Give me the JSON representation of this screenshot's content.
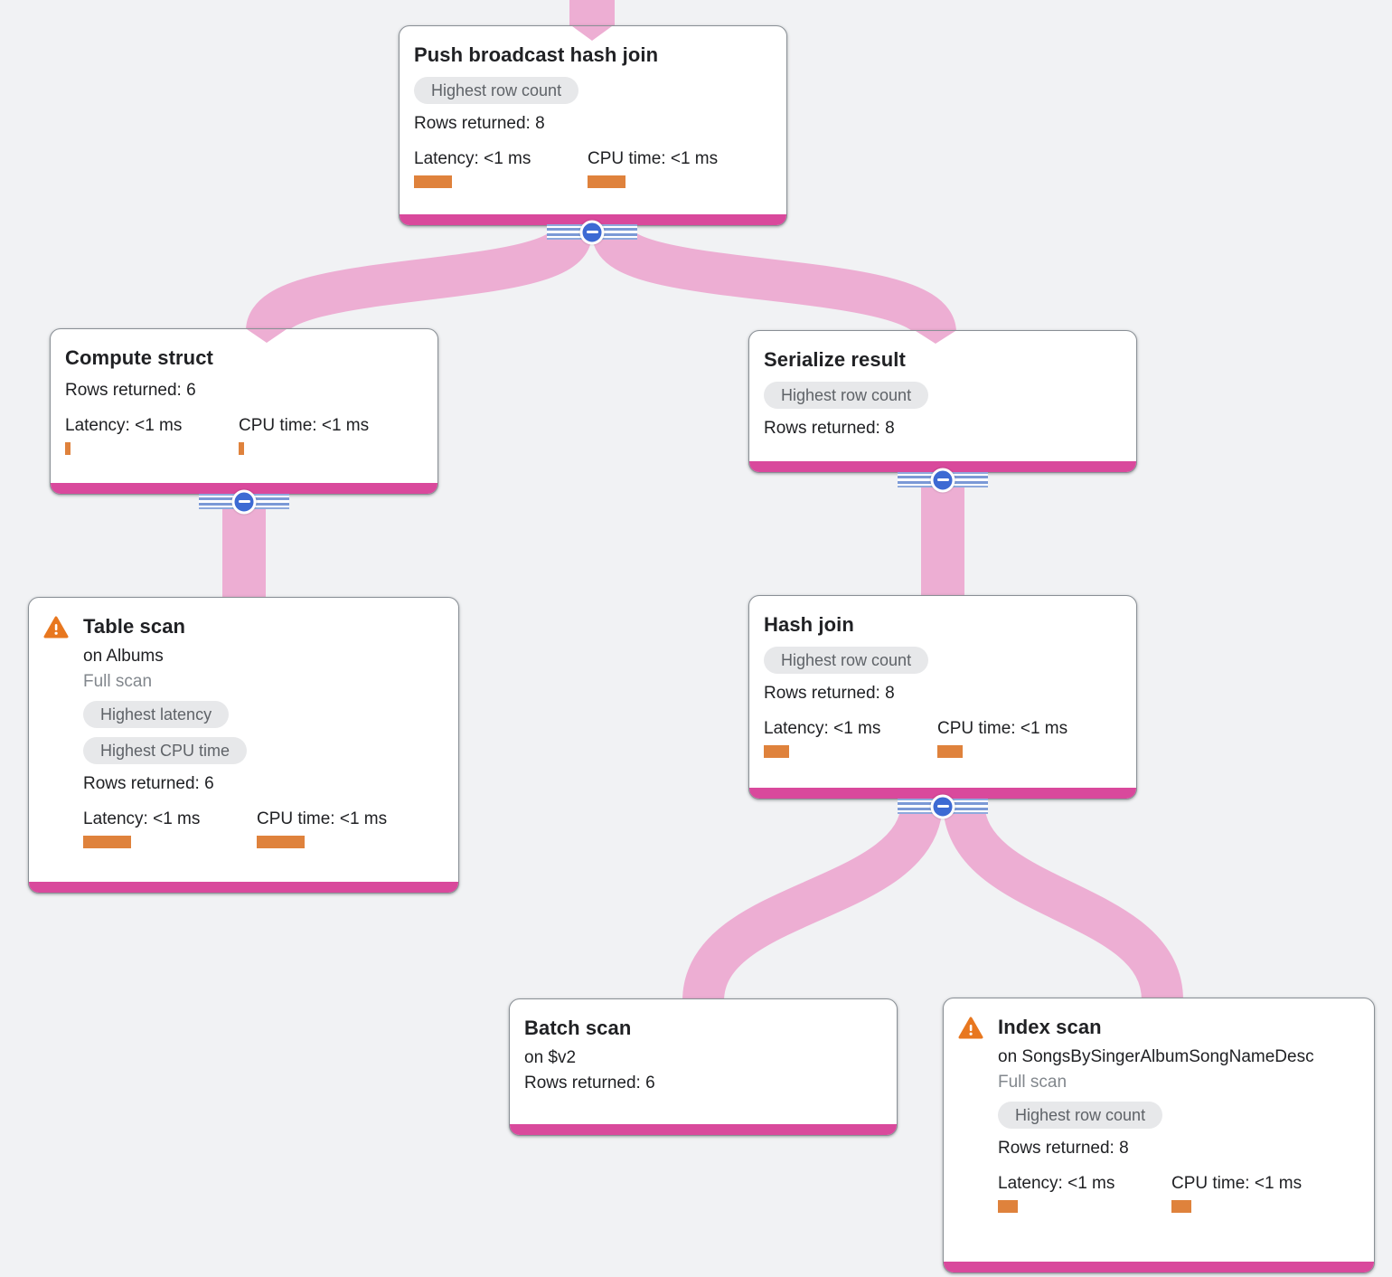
{
  "view": "query-execution-plan",
  "colors": {
    "background": "#f1f2f4",
    "accent_bar": "#d9499c",
    "edge": "#edaed3",
    "metric_bar": "#df823c",
    "warning": "#e8771f",
    "collapse_blue": "#3d6ad3",
    "badge_bg": "#e7e8ea",
    "badge_text": "#5f6368"
  },
  "nodes": [
    {
      "title": "Push broadcast hash join",
      "badges": [
        "Highest row count"
      ],
      "rows": "Rows returned: 8",
      "latency": "Latency: <1 ms",
      "cpu": "CPU time: <1 ms",
      "latency_bar": 42,
      "cpu_bar": 42
    },
    {
      "title": "Compute struct",
      "rows": "Rows returned: 6",
      "latency": "Latency: <1 ms",
      "cpu": "CPU time: <1 ms",
      "latency_bar": 6,
      "cpu_bar": 6
    },
    {
      "title": "Serialize result",
      "badges": [
        "Highest row count"
      ],
      "rows": "Rows returned: 8"
    },
    {
      "title": "Table scan",
      "warning": true,
      "target": "on Albums",
      "scan": "Full scan",
      "badges": [
        "Highest latency",
        "Highest CPU time"
      ],
      "rows": "Rows returned: 6",
      "latency": "Latency: <1 ms",
      "cpu": "CPU time: <1 ms",
      "latency_bar": 53,
      "cpu_bar": 53
    },
    {
      "title": "Hash join",
      "badges": [
        "Highest row count"
      ],
      "rows": "Rows returned: 8",
      "latency": "Latency: <1 ms",
      "cpu": "CPU time: <1 ms",
      "latency_bar": 28,
      "cpu_bar": 28
    },
    {
      "title": "Batch scan",
      "target": "on $v2",
      "rows": "Rows returned: 6"
    },
    {
      "title": "Index scan",
      "warning": true,
      "target": "on SongsBySingerAlbumSongNameDesc",
      "scan": "Full scan",
      "badges": [
        "Highest row count"
      ],
      "rows": "Rows returned: 8",
      "latency": "Latency: <1 ms",
      "cpu": "CPU time: <1 ms",
      "latency_bar": 22,
      "cpu_bar": 22
    }
  ]
}
